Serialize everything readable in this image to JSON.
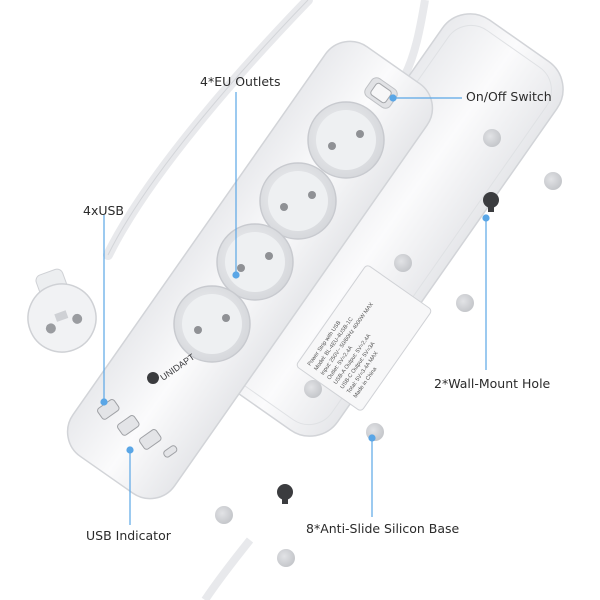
{
  "callouts": {
    "eu_outlets": "4*EU Outlets",
    "on_off_switch": "On/Off Switch",
    "usb": "4xUSB",
    "wall_mount": "2*Wall-Mount Hole",
    "usb_indicator": "USB Indicator",
    "anti_slide": "8*Anti-Slide Silicon Base"
  },
  "brand": "UNIDAPT",
  "spec_label": [
    "Power Strip with USB",
    "Model: BL-4EU-4USB-1C",
    "Input: 250V~ 50/60Hz 4000W MAX",
    "Outlet: 5V=2.4A",
    "USB-A Output: 5V=2.4A",
    "USB-C Output: 5V=3A",
    "Total: 5V=3.4A MAX",
    "Made in China"
  ],
  "colors": {
    "body": "#f4f5f7",
    "body_edge": "#d9dbe0",
    "accent": "#5aa6e6",
    "socket_bezel": "#e6e7ea",
    "foot": "#cfd1d5"
  }
}
